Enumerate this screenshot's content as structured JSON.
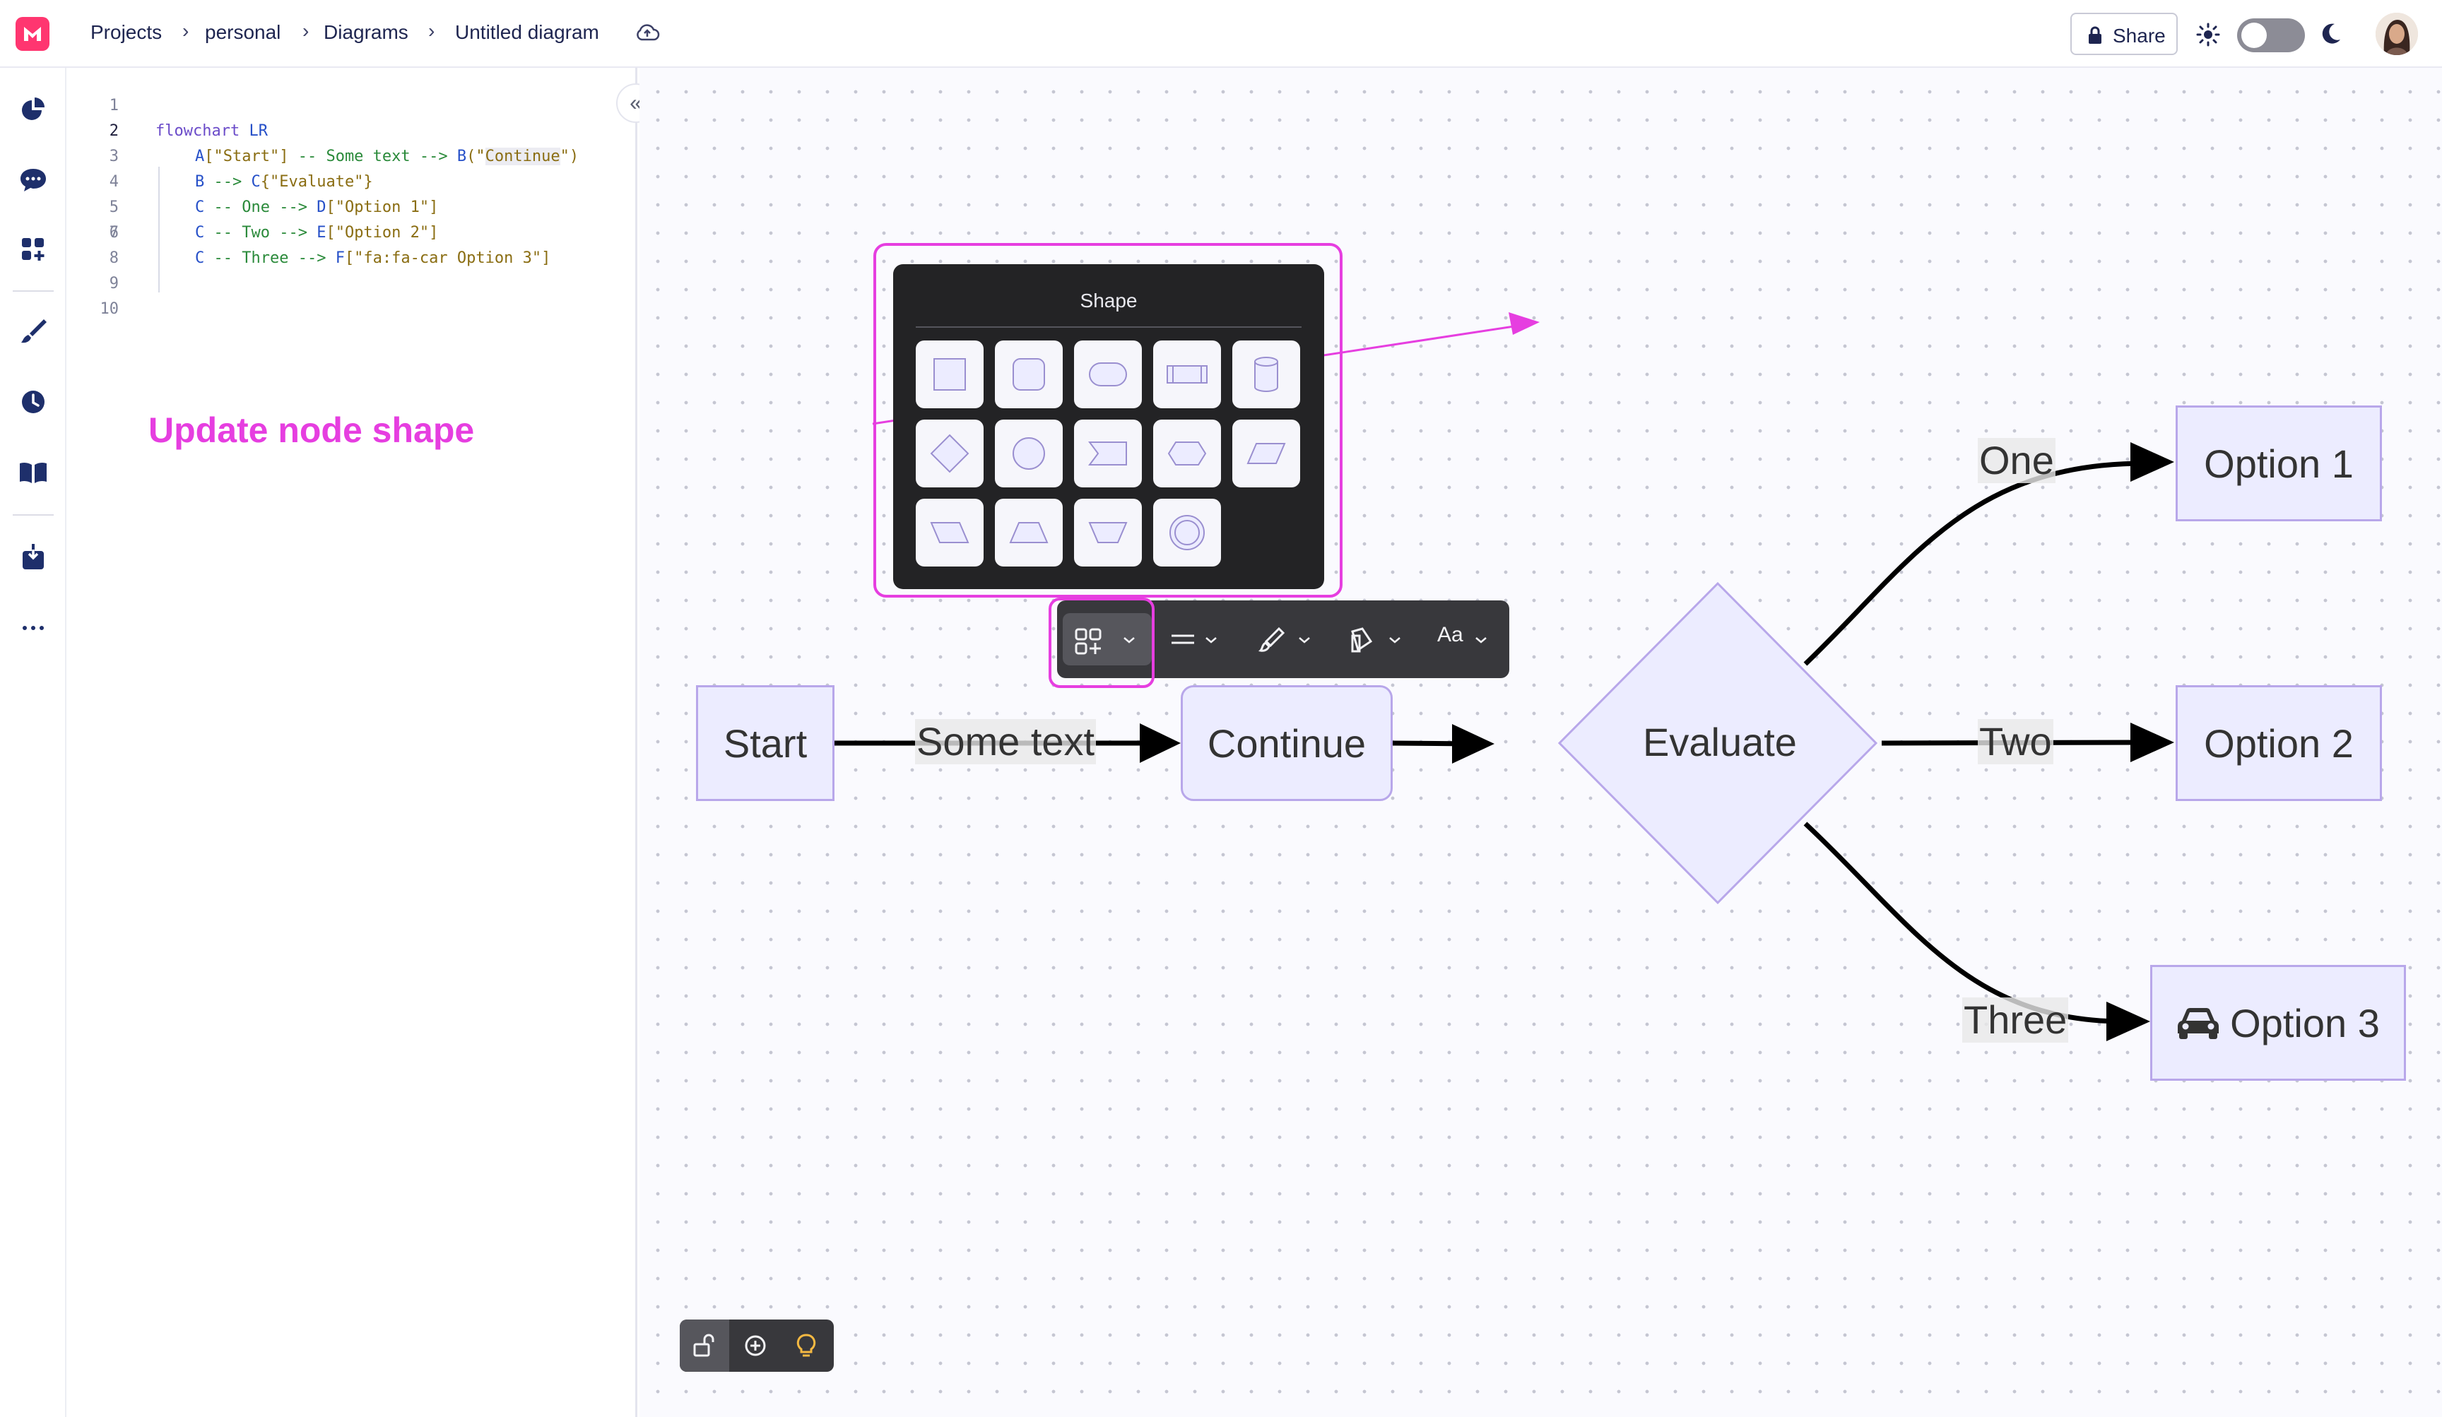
{
  "breadcrumb": {
    "projects": "Projects",
    "personal": "personal",
    "diagrams": "Diagrams",
    "current": "Untitled diagram",
    "separator": "›"
  },
  "header": {
    "share_label": "Share",
    "theme_toggle": "light"
  },
  "editor": {
    "lines": [
      {
        "n": "1"
      },
      {
        "n": "2"
      },
      {
        "n": "3"
      },
      {
        "n": "4"
      },
      {
        "n": "5"
      },
      {
        "n": "6"
      },
      {
        "n": "7"
      },
      {
        "n": "8"
      },
      {
        "n": "9"
      },
      {
        "n": "10"
      }
    ],
    "code": {
      "l1_kw": "flowchart",
      "l1_dir": "LR",
      "l2_a": "A",
      "l2_a_text": "[\"Start\"]",
      "l2_edge": " -- Some text --> ",
      "l2_b": "B",
      "l2_b_open": "(\"",
      "l2_b_text": "Continue",
      "l2_b_close": "\")",
      "l3_b": "B",
      "l3_edge": " --> ",
      "l3_c": "C",
      "l3_c_text": "{\"Evaluate\"}",
      "l4_c": "C",
      "l4_edge": " -- One --> ",
      "l4_d": "D",
      "l4_d_text": "[\"Option 1\"]",
      "l5_c": "C",
      "l5_edge": " -- Two --> ",
      "l5_e": "E",
      "l5_e_text": "[\"Option 2\"]",
      "l6_c": "C",
      "l6_edge": " -- Three --> ",
      "l6_f": "F",
      "l6_f_text": "[\"fa:fa-car Option 3\"]"
    },
    "collapse_glyph": "«"
  },
  "annotation": "Update node shape",
  "shape_popover": {
    "title": "Shape",
    "shapes": [
      "rectangle",
      "rounded-rectangle",
      "stadium",
      "subroutine",
      "cylinder",
      "diamond",
      "circle",
      "asymmetric",
      "hexagon",
      "parallelogram",
      "parallelogram-alt",
      "trapezoid",
      "trapezoid-alt",
      "double-circle"
    ]
  },
  "toolbar": {
    "font_label": "Aa",
    "items": [
      "shape",
      "edge-style",
      "stroke",
      "fill",
      "font"
    ]
  },
  "diagram": {
    "nodes": {
      "start": "Start",
      "continue": "Continue",
      "evaluate": "Evaluate",
      "option1": "Option 1",
      "option2": "Option 2",
      "option3": "Option 3"
    },
    "edges": {
      "some_text": "Some text",
      "one": "One",
      "two": "Two",
      "three": "Three"
    },
    "option3_icon": "car-icon"
  },
  "colors": {
    "accent_annotation": "#e63ee0",
    "node_fill": "#ececff",
    "node_stroke": "#b8a7ea",
    "brand": "#ff3670"
  }
}
